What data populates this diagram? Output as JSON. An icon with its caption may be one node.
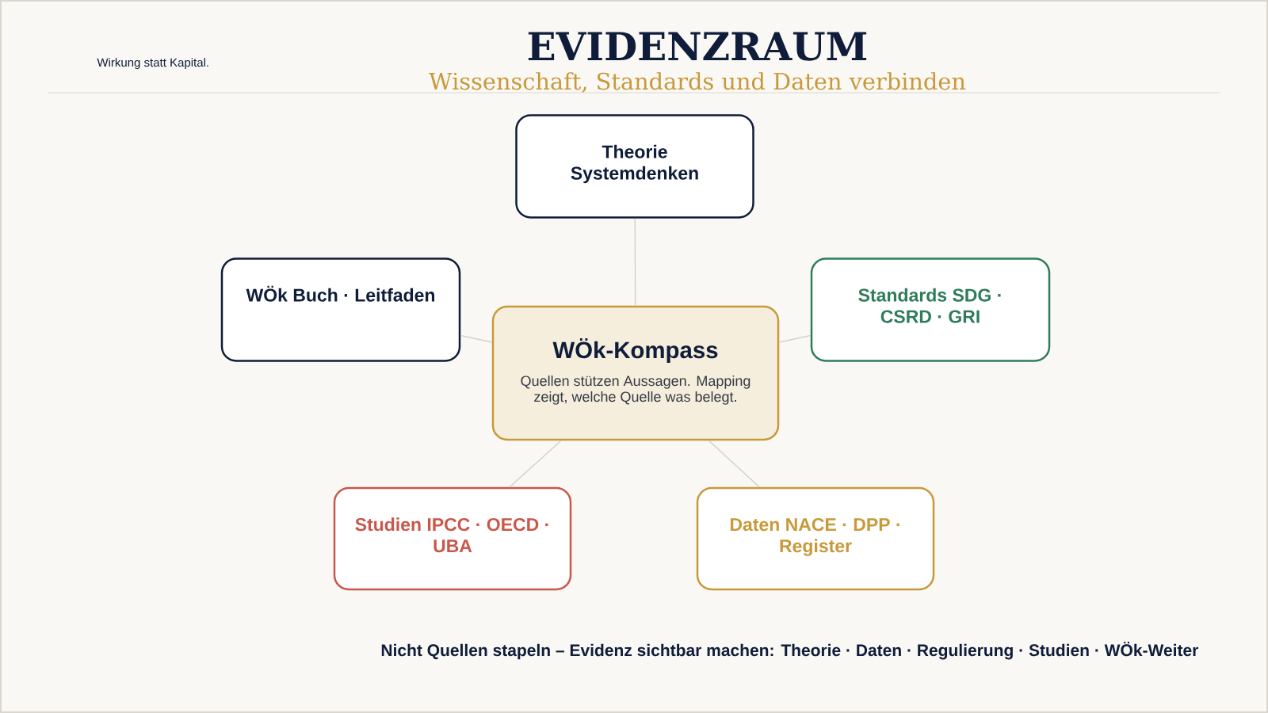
{
  "diagram": {
    "title": "EVIDENZRAUM",
    "nodes": [
      {
        "text": [
          "Theorie Systemdenken"
        ]
      },
      {
        "text": [
          "WÖk Buch · Leitfaden"
        ]
      },
      {
        "text": [
          "Standards SDG · CSRD · GRI"
        ]
      },
      {
        "text": [
          "WÖk-Kompass",
          "Quellen stützen Aussagen. Mapping zeigt, welche Quelle was belegt."
        ]
      },
      {
        "text": [
          "Studien IPCC · OECD · UBA"
        ]
      },
      {
        "text": [
          "Daten NACE · DPP · Register"
        ]
      }
    ],
    "edges": [
      {
        "from": 3,
        "to": 0,
        "arrow": "none"
      },
      {
        "from": 3,
        "to": 1,
        "arrow": "none"
      },
      {
        "from": 3,
        "to": 2,
        "arrow": "none"
      },
      {
        "from": 3,
        "to": 4,
        "arrow": "none"
      },
      {
        "from": 3,
        "to": 5,
        "arrow": "none"
      }
    ],
    "labels": [
      "Wirkung statt Kapital.",
      "Wissenschaft, Standards und Daten verbinden",
      "Nicht Quellen stapeln – Evidenz sichtbar machen: Theorie · Daten · Regulierung · Studien · WÖk-Weiter"
    ]
  }
}
